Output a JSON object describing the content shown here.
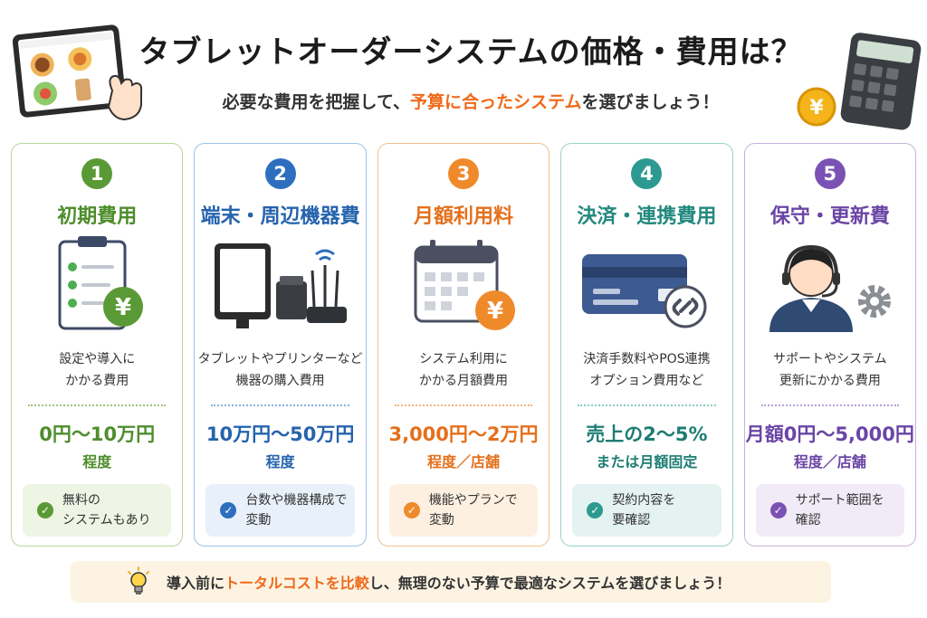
{
  "header": {
    "title": "タブレットオーダーシステムの価格・費用は？",
    "subtitle_pre": "必要な費用を把握して、",
    "subtitle_highlight": "予算に合ったシステム",
    "subtitle_post": "を選びましょう！",
    "tablet_icon": "tablet-menu-icon",
    "calculator_icon": "calculator-yen-icon"
  },
  "cards": [
    {
      "number": "1",
      "title": "初期費用",
      "icon": "clipboard-yen-icon",
      "desc": [
        "設定や導入に",
        "かかる費用"
      ],
      "price": "0円〜10万円",
      "price_sub": "程度",
      "note": [
        "無料の",
        "システムもあり"
      ],
      "color": "#5a9a36"
    },
    {
      "number": "2",
      "title": "端末・周辺機器費",
      "icon": "tablet-printer-router-icon",
      "desc": [
        "タブレットやプリンターなど",
        "機器の購入費用"
      ],
      "price": "10万円〜50万円",
      "price_sub": "程度",
      "note": [
        "台数や機器構成で",
        "変動"
      ],
      "color": "#2d6fbe"
    },
    {
      "number": "3",
      "title": "月額利用料",
      "icon": "calendar-yen-icon",
      "desc": [
        "システム利用に",
        "かかる月額費用"
      ],
      "price": "3,000円〜2万円",
      "price_sub": "程度／店舗",
      "note": [
        "機能やプランで",
        "変動"
      ],
      "color": "#ef8a2b"
    },
    {
      "number": "4",
      "title": "決済・連携費用",
      "icon": "credit-card-link-icon",
      "desc": [
        "決済手数料やPOS連携",
        "オプション費用など"
      ],
      "price": "売上の2〜5%",
      "price_sub": "または月額固定",
      "note": [
        "契約内容を",
        "要確認"
      ],
      "color": "#2c9a90"
    },
    {
      "number": "5",
      "title": "保守・更新費",
      "icon": "support-headset-gear-icon",
      "desc": [
        "サポートやシステム",
        "更新にかかる費用"
      ],
      "price": "月額0円〜5,000円",
      "price_sub": "程度／店舗",
      "note": [
        "サポート範囲を",
        "確認"
      ],
      "color": "#7a52b3"
    }
  ],
  "banner": {
    "icon": "lightbulb-icon",
    "pre": "導入前に",
    "highlight": "トータルコストを比較",
    "post": "し、無理のない予算で最適なシステムを選びましょう！"
  },
  "colors": {
    "accent_orange": "#ef6a1a",
    "banner_bg": "#fdf3e2"
  }
}
